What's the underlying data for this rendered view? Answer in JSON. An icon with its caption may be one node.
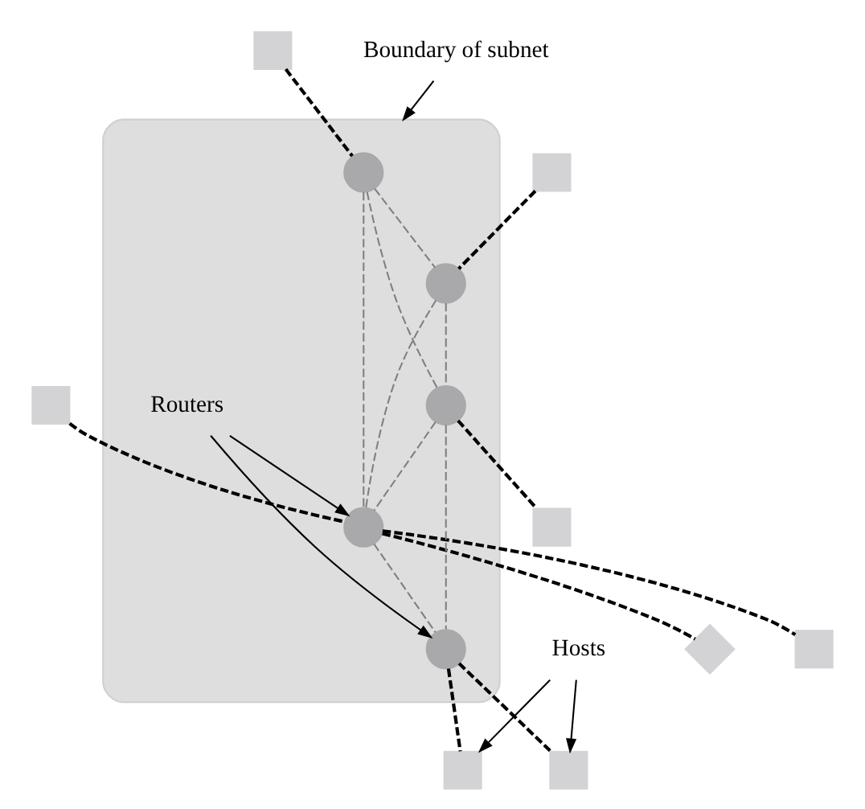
{
  "diagram": {
    "nodes": [
      {
        "text": [],
        "shape": "cloud"
      },
      {
        "text": [],
        "shape": "circle",
        "in": 0
      },
      {
        "text": [],
        "shape": "circle",
        "in": 0
      },
      {
        "text": [],
        "shape": "circle",
        "in": 0
      },
      {
        "text": [],
        "shape": "circle",
        "in": 0
      },
      {
        "text": [],
        "shape": "circle",
        "in": 0
      },
      {
        "text": [
          "Routers"
        ],
        "in": 0
      },
      {
        "text": [],
        "shape": "box"
      },
      {
        "text": [],
        "shape": "box"
      },
      {
        "text": [],
        "shape": "diamond"
      },
      {
        "text": [],
        "shape": "box"
      },
      {
        "text": [],
        "shape": "box"
      },
      {
        "text": [],
        "shape": "box"
      },
      {
        "text": [],
        "shape": "box"
      },
      {
        "text": [],
        "shape": "box"
      },
      {
        "text": [
          "Boundary of subnet"
        ]
      },
      {
        "text": [
          "Hosts"
        ]
      }
    ],
    "edges": [
      {
        "from": 7,
        "to": 1,
        "arrow": "none",
        "style": "dashed"
      },
      {
        "from": 8,
        "to": 2,
        "arrow": "none",
        "style": "dashed"
      },
      {
        "from": 2,
        "to": 9,
        "arrow": "none",
        "style": "dashed"
      },
      {
        "from": 2,
        "to": 10,
        "arrow": "none",
        "style": "dashed"
      },
      {
        "from": 11,
        "to": 3,
        "arrow": "none",
        "style": "dashed"
      },
      {
        "from": 4,
        "to": 12,
        "arrow": "none",
        "style": "dashed"
      },
      {
        "from": 5,
        "to": 13,
        "arrow": "none",
        "style": "dashed"
      },
      {
        "from": 5,
        "to": 14,
        "arrow": "none",
        "style": "dashed"
      },
      {
        "from": 1,
        "to": 3,
        "arrow": "none",
        "style": "dashed",
        "color": "#808080"
      },
      {
        "from": 1,
        "to": 2,
        "arrow": "none",
        "style": "dashed",
        "color": "#808080"
      },
      {
        "from": 1,
        "to": 4,
        "arrow": "none",
        "style": "dashed",
        "color": "#808080"
      },
      {
        "from": 3,
        "to": 2,
        "arrow": "none",
        "style": "dashed",
        "color": "#808080"
      },
      {
        "from": 3,
        "to": 4,
        "arrow": "none",
        "style": "dashed",
        "color": "#808080"
      },
      {
        "from": 4,
        "to": 2,
        "arrow": "none",
        "style": "dashed",
        "color": "#808080"
      },
      {
        "from": 4,
        "to": 5,
        "arrow": "none",
        "style": "dashed",
        "color": "#808080"
      },
      {
        "from": 2,
        "to": 5,
        "arrow": "none",
        "style": "dashed",
        "color": "#808080"
      },
      {
        "from": 6,
        "to": 2,
        "arrow": "to"
      },
      {
        "from": 6,
        "to": 5,
        "arrow": "to"
      },
      {
        "from": 15,
        "to": 0,
        "arrow": "to"
      },
      {
        "from": 16,
        "to": 13,
        "arrow": "to"
      },
      {
        "from": 16,
        "to": 14,
        "arrow": "to"
      }
    ]
  }
}
